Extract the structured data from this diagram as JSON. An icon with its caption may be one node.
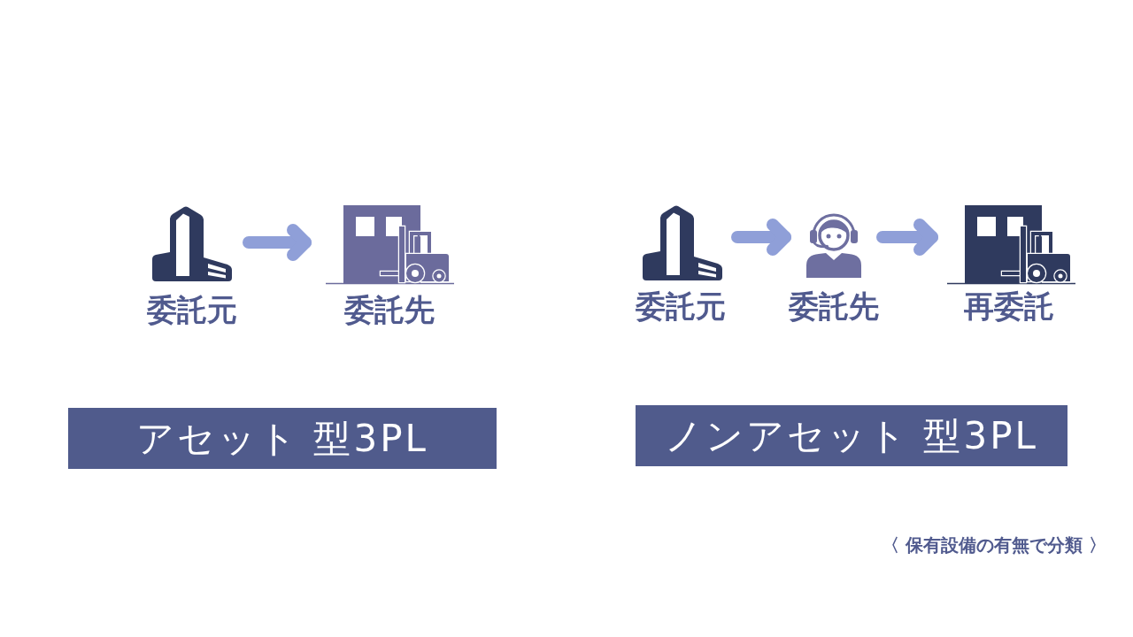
{
  "diagram": {
    "nodes": [
      {
        "text": [
          "委託元"
        ]
      },
      {
        "text": [
          "委託先"
        ]
      },
      {
        "text": [
          "アセット 型3PL"
        ]
      },
      {
        "text": [
          "委託元"
        ]
      },
      {
        "text": [
          "委託先"
        ]
      },
      {
        "text": [
          "再委託"
        ]
      },
      {
        "text": [
          "ノンアセット 型3PL"
        ]
      }
    ],
    "edges": [
      {
        "from": 0,
        "to": 1,
        "arrow": "to"
      },
      {
        "from": 3,
        "to": 4,
        "arrow": "to"
      },
      {
        "from": 4,
        "to": 5,
        "arrow": "to"
      }
    ],
    "labels": [
      "〈 保有設備の有無で分類 〉"
    ]
  }
}
